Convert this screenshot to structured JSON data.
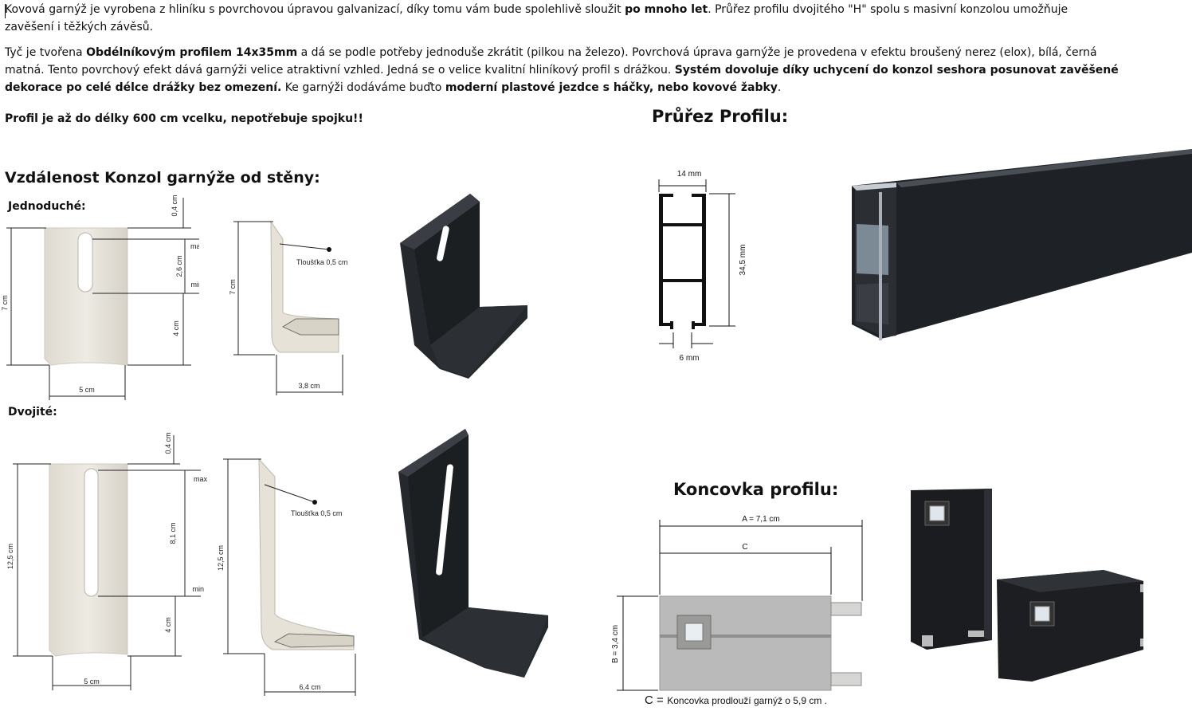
{
  "intro": {
    "p1": {
      "a": "Kovová garnýž je vyrobena z hliníku s povrchovou úpravou galvanizací, díky tomu vám bude spolehlivě sloužit ",
      "b": "po mnoho let",
      "c": ". Průřez profilu dvojitého \"H\" spolu s masivní konzolou umožňuje zavěšení i těžkých závěsů."
    },
    "p2": {
      "a": " Tyč je tvořena ",
      "b": "Obdélníkovým profilem 14x35mm",
      "c": " a dá se podle potřeby jednoduše zkrátit (pilkou na železo). Povrchová úprava garnýže je provedena v efektu broušený nerez (elox), bílá, černá matná. Tento povrchový efekt dává garnýži velice atraktivní vzhled. Jedná se o velice kvalitní hliníkový profil s drážkou. ",
      "d": "Systém dovoluje díky uchycení do konzol seshora posunovat zavěšené dekorace po celé délce drážky bez omezení.",
      "e": " Ke garnýži dodáváme buďto ",
      "f": "moderní plastové jezdce s háčky, nebo kovové žabky",
      "g": "."
    },
    "p3": "Profil je až do délky 600 cm vcelku, nepotřebuje spojku!!"
  },
  "sections": {
    "distance_title": "Vzdálenost Konzol garnýže od stěny:",
    "single_label": "Jednoduché:",
    "double_label": "Dvojité:",
    "profile_title": "Průřez Profilu:",
    "endcap_title": "Koncovka profilu:"
  },
  "single": {
    "dim_top": "0,4 cm",
    "dim_height": "7 cm",
    "dim_slot": "2,6 cm",
    "dim_bottom": "4 cm",
    "dim_width": "5 cm",
    "max": "max",
    "min": "min",
    "side_height": "7 cm",
    "thickness": "Tloušťka 0,5 cm",
    "depth": "3,8 cm"
  },
  "double": {
    "dim_top": "0,4 cm",
    "dim_height": "12,5 cm",
    "dim_slot": "8,1 cm",
    "dim_bottom": "4 cm",
    "dim_width": "5 cm",
    "max": "max",
    "min": "min",
    "side_height": "12,5 cm",
    "thickness": "Tloušťka 0,5 cm",
    "depth": "6,4 cm"
  },
  "profile": {
    "width": "14 mm",
    "height": "34,5 mm",
    "gap": "6 mm"
  },
  "endcap": {
    "a": "A = 7,1 cm",
    "c": "C",
    "b": "B = 3,4 cm",
    "caption_c": "C =",
    "caption": "Koncovka prodlouží garnýž o 5,9 cm ."
  },
  "colors": {
    "text": "#111111",
    "black_part": "#1f2226",
    "silver_part": "#c8c8c4",
    "cream_part": "#e6e2d8"
  }
}
